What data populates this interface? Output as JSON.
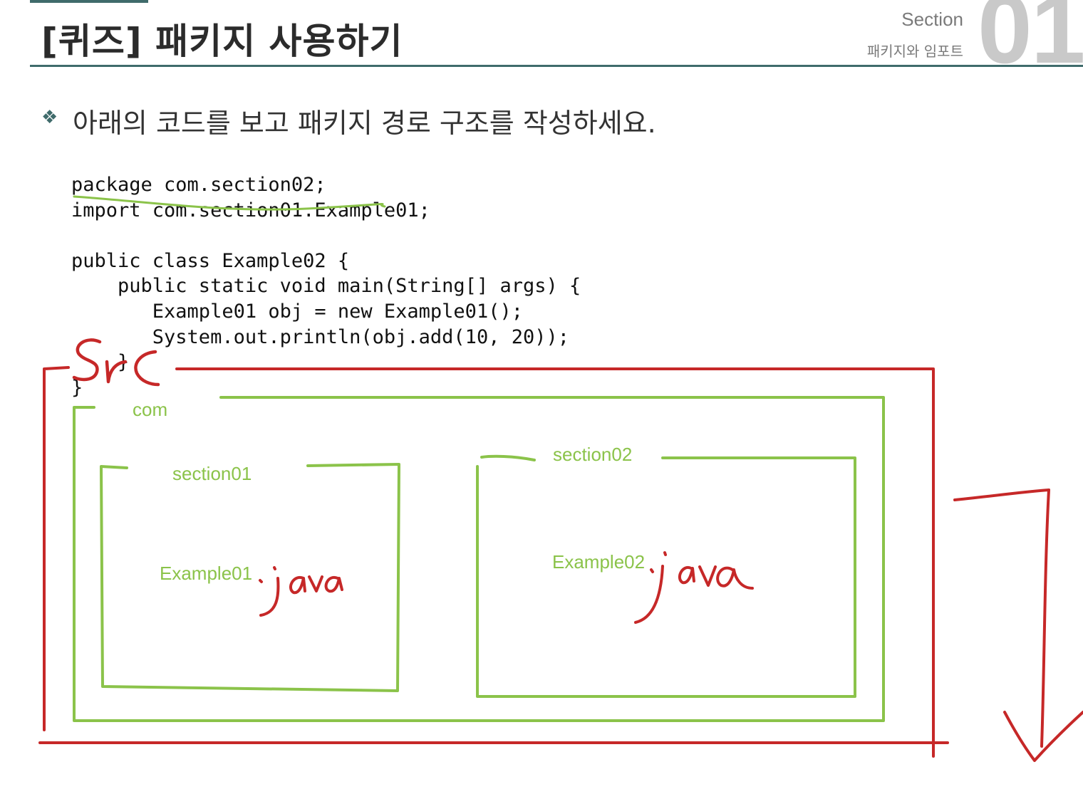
{
  "header": {
    "title": "[퀴즈] 패키지 사용하기",
    "section_label": "Section",
    "section_subtitle": "패키지와 임포트",
    "section_number": "01"
  },
  "question": {
    "bullet_icon": "diamond-bullet-icon",
    "text": "아래의 코드를 보고 패키지 경로 구조를 작성하세요."
  },
  "code_lines": [
    "package com.section02;",
    "import com.section01.Example01;",
    "",
    "public class Example02 {",
    "    public static void main(String[] args) {",
    "       Example01 obj = new Example01();",
    "       System.out.println(obj.add(10, 20));",
    "    }",
    "}"
  ],
  "diagram": {
    "outer_folder_label": "src",
    "package_root_label": "com",
    "subpackages": [
      {
        "label": "section01",
        "file_label": "Example01",
        "file_ext": ".java"
      },
      {
        "label": "section02",
        "file_label": "Example02",
        "file_ext": ".java"
      }
    ]
  },
  "colors": {
    "accent": "#3f6b6b",
    "diagram_green": "#8bc34a",
    "annotation_red": "#c62828"
  }
}
